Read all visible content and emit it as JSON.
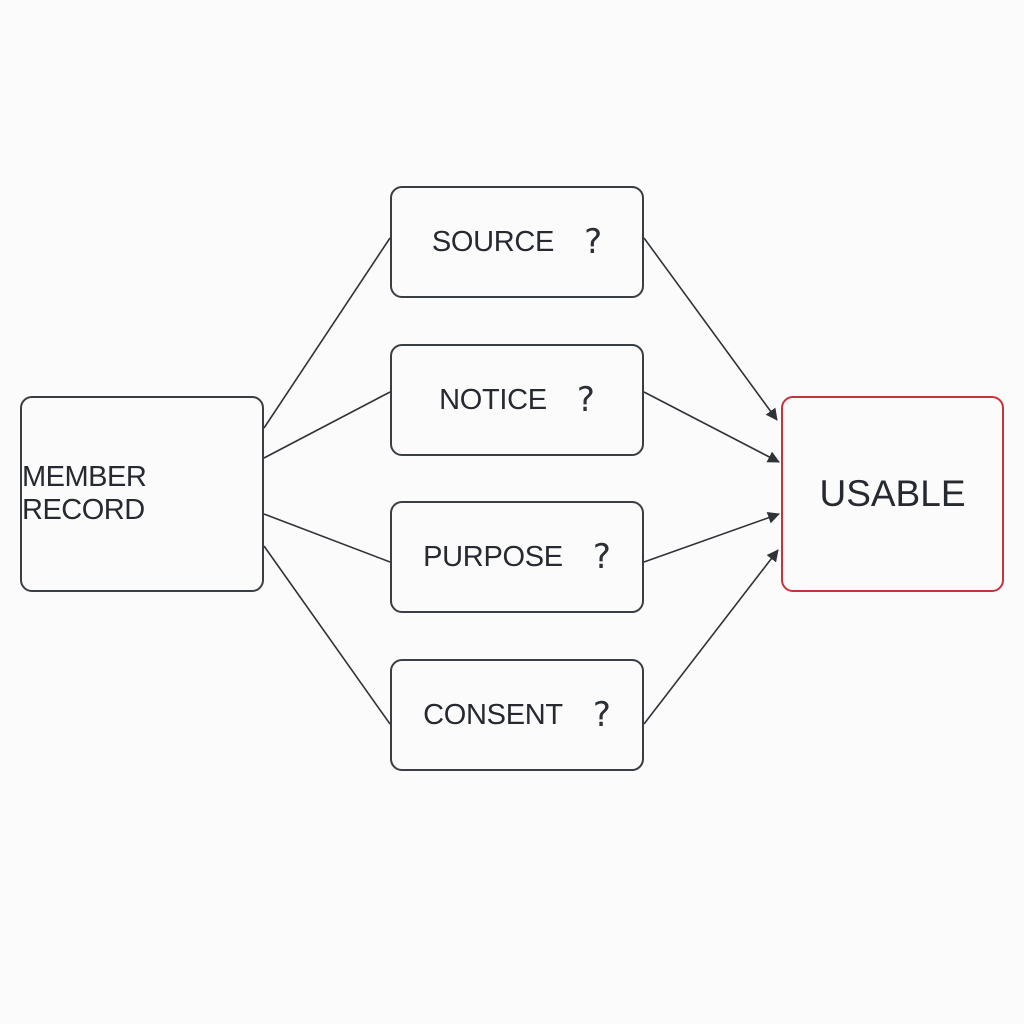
{
  "diagram": {
    "source": {
      "label": "MEMBER RECORD"
    },
    "checks": [
      {
        "label": "SOURCE",
        "mark": "?"
      },
      {
        "label": "NOTICE",
        "mark": "?"
      },
      {
        "label": "PURPOSE",
        "mark": "?"
      },
      {
        "label": "CONSENT",
        "mark": "?"
      }
    ],
    "target": {
      "label": "USABLE"
    },
    "colors": {
      "line": "#2f3237",
      "node_border": "#3a3d42",
      "target_border": "#c8323a",
      "background": "#fbfbfb"
    },
    "edges": [
      {
        "from": "source",
        "to": "checks.0",
        "arrow": false
      },
      {
        "from": "source",
        "to": "checks.1",
        "arrow": false
      },
      {
        "from": "source",
        "to": "checks.2",
        "arrow": false
      },
      {
        "from": "source",
        "to": "checks.3",
        "arrow": false
      },
      {
        "from": "checks.0",
        "to": "target",
        "arrow": true
      },
      {
        "from": "checks.1",
        "to": "target",
        "arrow": true
      },
      {
        "from": "checks.2",
        "to": "target",
        "arrow": true
      },
      {
        "from": "checks.3",
        "to": "target",
        "arrow": true
      }
    ]
  }
}
